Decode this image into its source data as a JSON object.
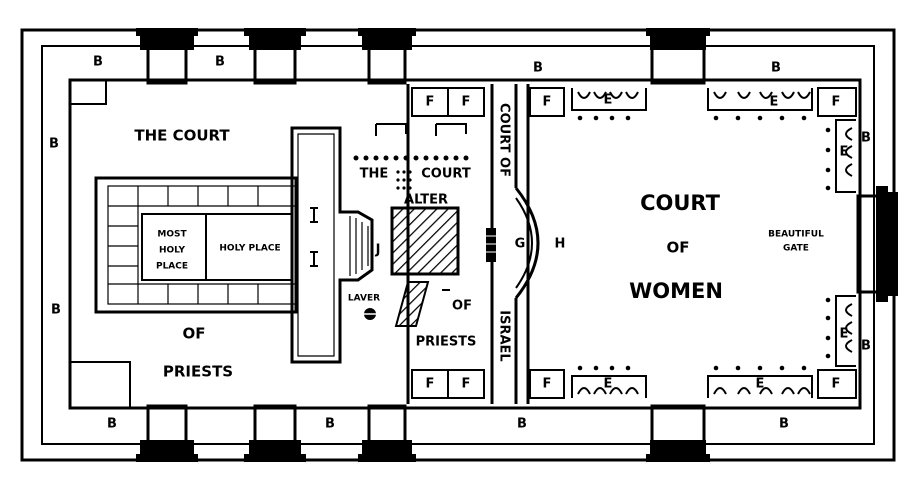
{
  "labels": {
    "b": "B",
    "f": "F",
    "e": "E",
    "the_court_left": "THE COURT",
    "of_left": "OF",
    "priests_left": "PRIESTS",
    "most_holy_1": "MOST",
    "most_holy_2": "HOLY",
    "most_holy_3": "PLACE",
    "holy_place": "HOLY PLACE",
    "the": "THE",
    "court_mid": "COURT",
    "alter": "ALTER",
    "of_mid": "OF",
    "priests_mid": "PRIESTS",
    "laver": "LAVER",
    "j": "J",
    "g": "G",
    "h": "H",
    "court_of_israel_top": "COURT OF",
    "israel": "ISRAEL",
    "court_women": "COURT",
    "of_women": "OF",
    "women": "WOMEN",
    "beautiful": "BEAUTIFUL",
    "gate": "GATE"
  },
  "colors": {
    "ink": "#000000",
    "paper": "#ffffff"
  }
}
